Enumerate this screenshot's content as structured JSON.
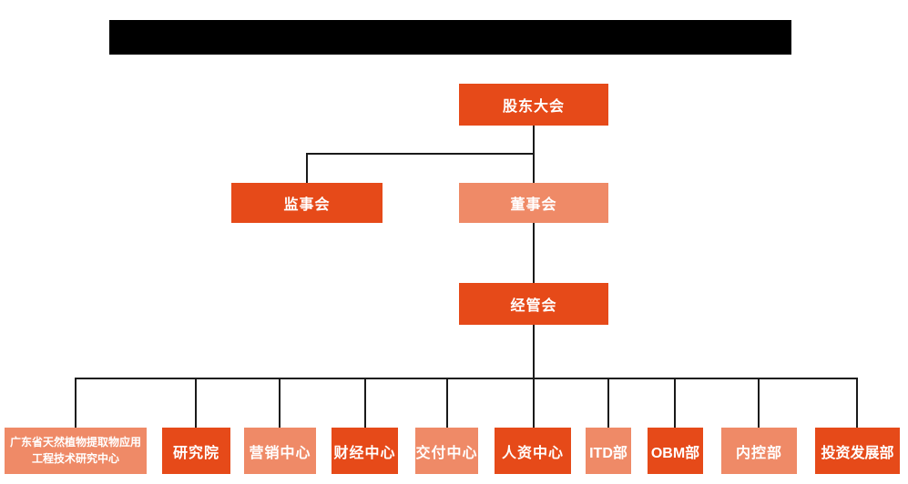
{
  "colors": {
    "primary": "#e64a19",
    "secondary": "#ef8a67",
    "line": "#1a1a1a",
    "background": "#ffffff"
  },
  "org": {
    "root": {
      "label": "股东大会",
      "variant": "primary"
    },
    "level2": [
      {
        "label": "监事会",
        "variant": "primary"
      },
      {
        "label": "董事会",
        "variant": "secondary"
      }
    ],
    "level3": [
      {
        "label": "经管会",
        "variant": "primary"
      }
    ],
    "departments": [
      {
        "label": "广东省天然植物提取物应用工程技术研究中心",
        "variant": "secondary"
      },
      {
        "label": "研究院",
        "variant": "primary"
      },
      {
        "label": "营销中心",
        "variant": "secondary"
      },
      {
        "label": "财经中心",
        "variant": "primary"
      },
      {
        "label": "交付中心",
        "variant": "secondary"
      },
      {
        "label": "人资中心",
        "variant": "primary"
      },
      {
        "label": "ITD部",
        "variant": "secondary"
      },
      {
        "label": "OBM部",
        "variant": "primary"
      },
      {
        "label": "内控部",
        "variant": "secondary"
      },
      {
        "label": "投资发展部",
        "variant": "primary"
      }
    ]
  }
}
